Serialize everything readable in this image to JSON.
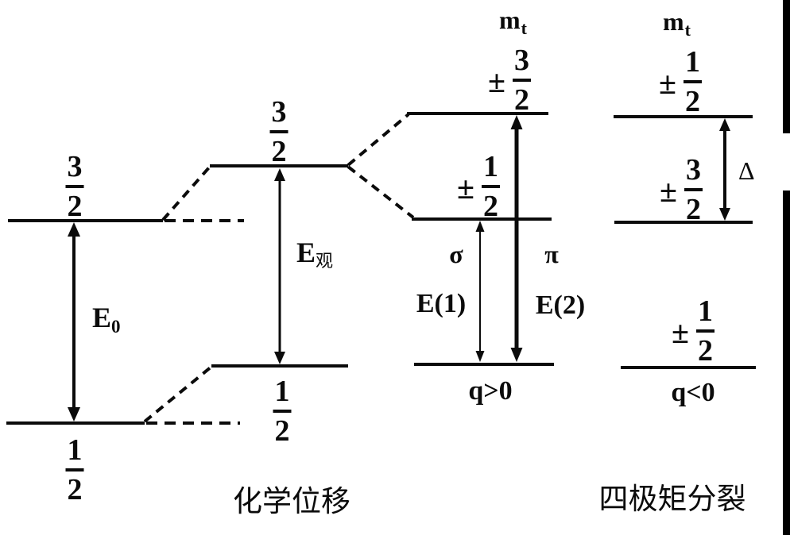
{
  "captions": {
    "chemical_shift": "化学位移",
    "quadrupole_splitting": "四极矩分裂"
  },
  "free_atom": {
    "excited": {
      "num": "3",
      "den": "2"
    },
    "ground": {
      "num": "1",
      "den": "2"
    },
    "transition_base": "E",
    "transition_sub": "0"
  },
  "shifted": {
    "excited": {
      "num": "3",
      "den": "2"
    },
    "ground": {
      "num": "1",
      "den": "2"
    },
    "transition_base": "E",
    "transition_sub": "观"
  },
  "q_positive": {
    "header_base": "m",
    "header_sub": "t",
    "upper": {
      "pm": "±",
      "num": "3",
      "den": "2"
    },
    "lower": {
      "pm": "±",
      "num": "1",
      "den": "2"
    },
    "sigma": "σ",
    "pi": "π",
    "e1": "E(1)",
    "e2": "E(2)",
    "condition": "q>0"
  },
  "q_negative": {
    "header_base": "m",
    "header_sub": "t",
    "upper": {
      "pm": "±",
      "num": "1",
      "den": "2"
    },
    "middle": {
      "pm": "±",
      "num": "3",
      "den": "2"
    },
    "bottom": {
      "pm": "±",
      "num": "1",
      "den": "2"
    },
    "delta": "Δ",
    "condition": "q<0"
  }
}
